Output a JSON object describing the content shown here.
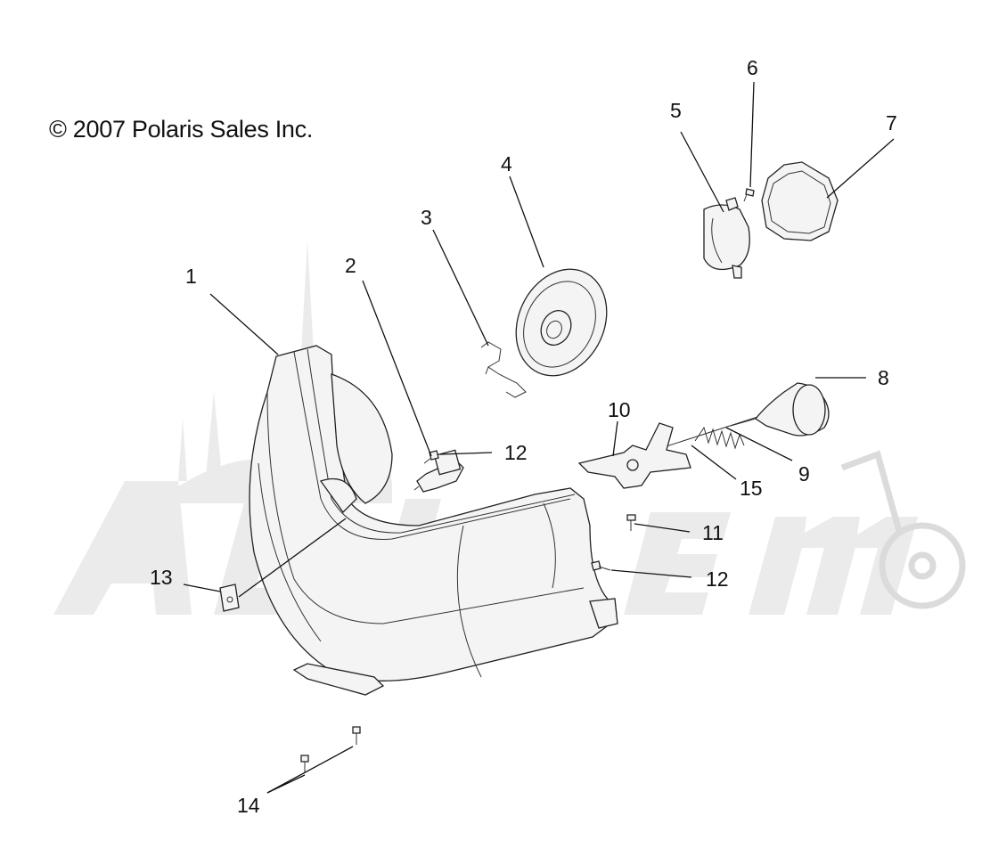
{
  "copyright": "© 2007 Polaris Sales Inc.",
  "callouts": [
    {
      "id": "1",
      "label": "1"
    },
    {
      "id": "2",
      "label": "2"
    },
    {
      "id": "3",
      "label": "3"
    },
    {
      "id": "4",
      "label": "4"
    },
    {
      "id": "5",
      "label": "5"
    },
    {
      "id": "6",
      "label": "6"
    },
    {
      "id": "7",
      "label": "7"
    },
    {
      "id": "8",
      "label": "8"
    },
    {
      "id": "9",
      "label": "9"
    },
    {
      "id": "10",
      "label": "10"
    },
    {
      "id": "11",
      "label": "11"
    },
    {
      "id": "12a",
      "label": "12"
    },
    {
      "id": "12b",
      "label": "12"
    },
    {
      "id": "13",
      "label": "13"
    },
    {
      "id": "14",
      "label": "14"
    },
    {
      "id": "15",
      "label": "15"
    }
  ]
}
